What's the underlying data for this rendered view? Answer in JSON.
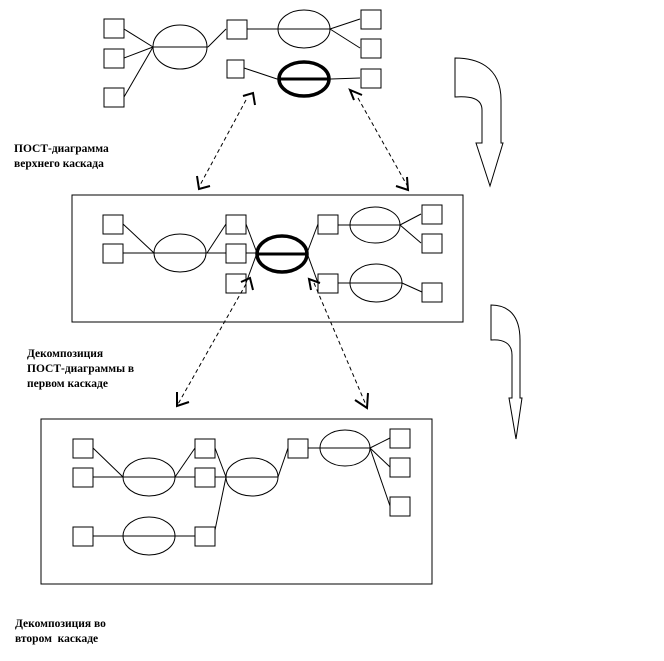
{
  "captions": {
    "top": [
      "ПОСТ-диаграмма",
      "верхнего каскада"
    ],
    "middle": [
      "Декомпозиция",
      "ПОСТ-диаграммы в",
      "первом каскаде"
    ],
    "bottom": [
      "Декомпозиция во",
      "втором  каскаде"
    ]
  }
}
